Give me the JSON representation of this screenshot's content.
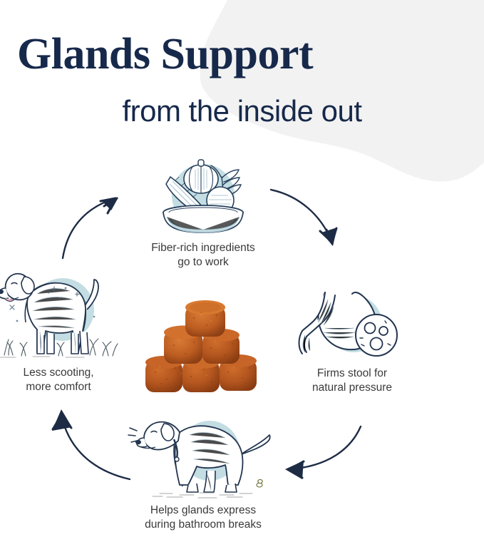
{
  "page": {
    "title": "Glands Support",
    "subtitle": "from the inside out",
    "theme": {
      "navy": "#17294b",
      "body_text": "#3a3a3a",
      "pale_blue": "#c3dde3",
      "bg_blob": "#f2f2f2",
      "ink": "#22344f",
      "treat_brown": "#b4561f",
      "treat_brown_dark": "#8a3c12",
      "page_bg": "#ffffff"
    }
  },
  "cycle": {
    "steps": [
      {
        "id": "fiber",
        "icon": "dog-bowl-with-pumpkin-carrot-wheat-icon",
        "caption": "Fiber-rich ingredients\ngo to work"
      },
      {
        "id": "stomach",
        "icon": "stomach-with-magnified-cells-icon",
        "caption": "Firms stool for\nnatural pressure"
      },
      {
        "id": "poop",
        "icon": "squatting-dog-icon",
        "caption": "Helps glands express\nduring bathroom breaks"
      },
      {
        "id": "scoot",
        "icon": "happy-standing-dog-icon",
        "caption": "Less scooting,\nmore comfort"
      }
    ],
    "arrows": [
      {
        "id": "arrow-scoot-to-fiber",
        "direction": "up-right"
      },
      {
        "id": "arrow-fiber-to-stomach",
        "direction": "down-right"
      },
      {
        "id": "arrow-stomach-to-poop",
        "direction": "left"
      },
      {
        "id": "arrow-poop-to-scoot",
        "direction": "up-left"
      }
    ]
  },
  "center": {
    "icon": "stacked-brown-soft-chew-treats-image"
  }
}
